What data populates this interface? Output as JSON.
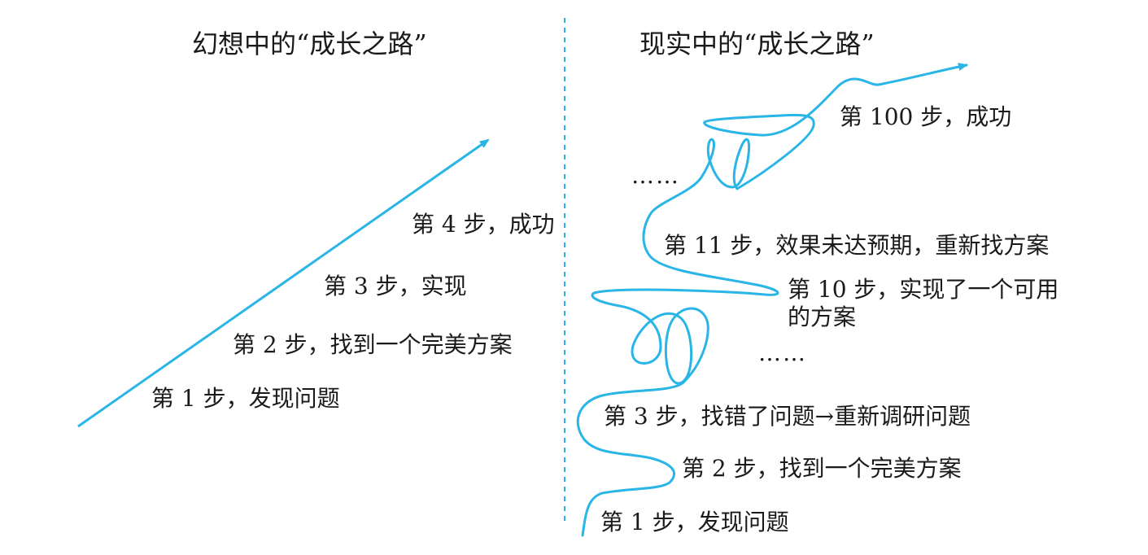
{
  "colors": {
    "path": "#29b5e6",
    "divider": "#29b5e6",
    "text": "#1a1a1a"
  },
  "left": {
    "title": "幻想中的“成长之路”",
    "steps": [
      "第 1 步，发现问题",
      "第 2 步，找到一个完美方案",
      "第 3 步，实现",
      "第 4 步，成功"
    ]
  },
  "right": {
    "title": "现实中的“成长之路”",
    "steps": {
      "s1": "第 1 步，发现问题",
      "s2": "第 2 步，找到一个完美方案",
      "s3": "第 3 步，找错了问题→重新调研问题",
      "ellipsis_lower": "……",
      "s10_line1": "第 10 步，实现了一个可用",
      "s10_line2": "的方案",
      "s11": "第 11 步，效果未达预期，重新找方案",
      "ellipsis_upper": "……",
      "s100": "第 100 步，成功"
    }
  }
}
